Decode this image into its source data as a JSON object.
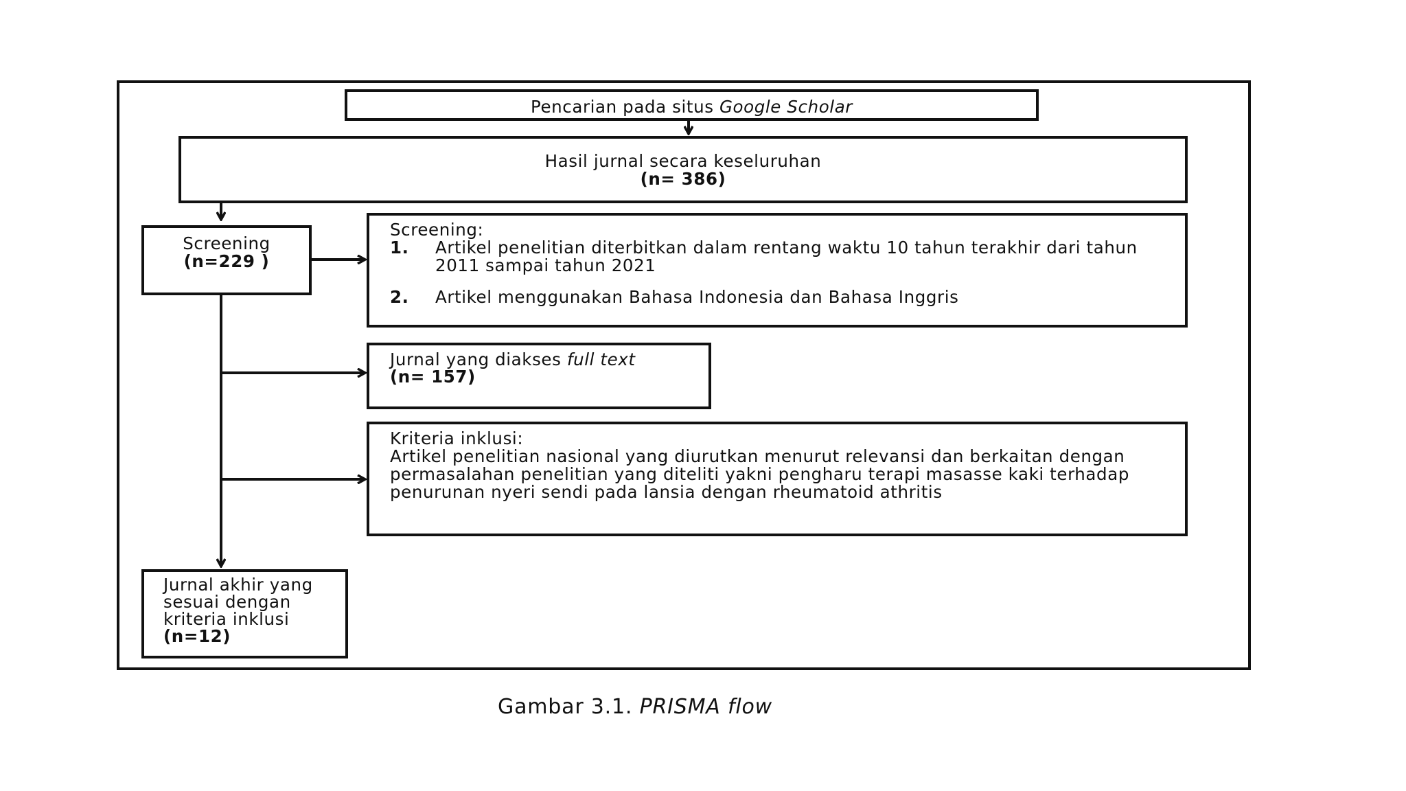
{
  "search_box": {
    "text": "Pencarian pada situs ",
    "italic": "Google Scholar"
  },
  "overall_box": {
    "title": "Hasil jurnal secara keseluruhan",
    "count": "(n= 386)"
  },
  "screening_box": {
    "title": "Screening",
    "count": "(n=229 )"
  },
  "criteria_box": {
    "title": "Screening:",
    "items": [
      {
        "num": "1.",
        "text": "Artikel penelitian diterbitkan dalam rentang waktu 10 tahun terakhir dari tahun 2011 sampai tahun 2021"
      },
      {
        "num": "2.",
        "text": "Artikel menggunakan Bahasa Indonesia dan Bahasa Inggris"
      }
    ]
  },
  "fulltext_box": {
    "text": "Jurnal yang diakses ",
    "italic": "full text",
    "count": "(n= 157)"
  },
  "inclusion_box": {
    "title": "Kriteria inklusi:",
    "text": "Artikel penelitian nasional yang diurutkan menurut  relevansi dan berkaitan dengan permasalahan penelitian yang diteliti yakni pengharu terapi  masasse kaki terhadap penurunan nyeri sendi pada lansia dengan rheumatoid athritis"
  },
  "final_box": {
    "text": "Jurnal akhir yang sesuai dengan kriteria inklusi",
    "count": "(n=12)"
  },
  "caption": {
    "text": "Gambar 3.1. ",
    "italic": "PRISMA flow"
  }
}
